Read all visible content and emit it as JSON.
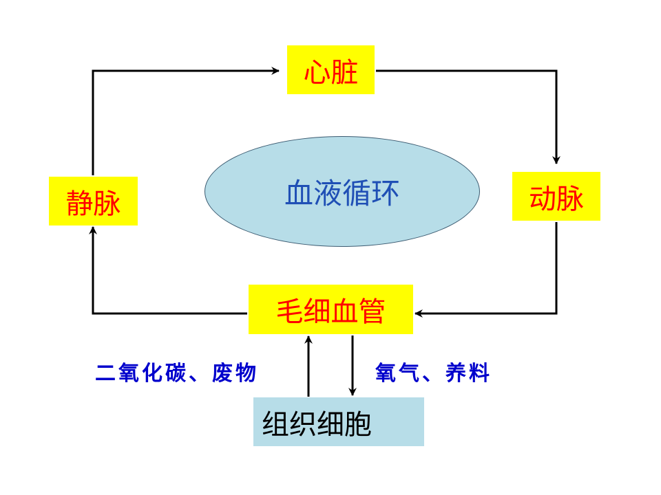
{
  "nodes": {
    "heart": "心脏",
    "artery": "动脉",
    "capillary": "毛细血管",
    "vein": "静脉",
    "tissue_cells": "组织细胞",
    "circulation": "血液循环"
  },
  "flows": {
    "to_capillary": "二氧化碳、废物",
    "to_tissue": "氧气、养料"
  },
  "colors": {
    "organ_fill": "#ffff00",
    "organ_text": "#ff0000",
    "tissue_fill": "#b7dde8",
    "label_text": "#0000cc",
    "ellipse_text": "#1f4fb5"
  }
}
